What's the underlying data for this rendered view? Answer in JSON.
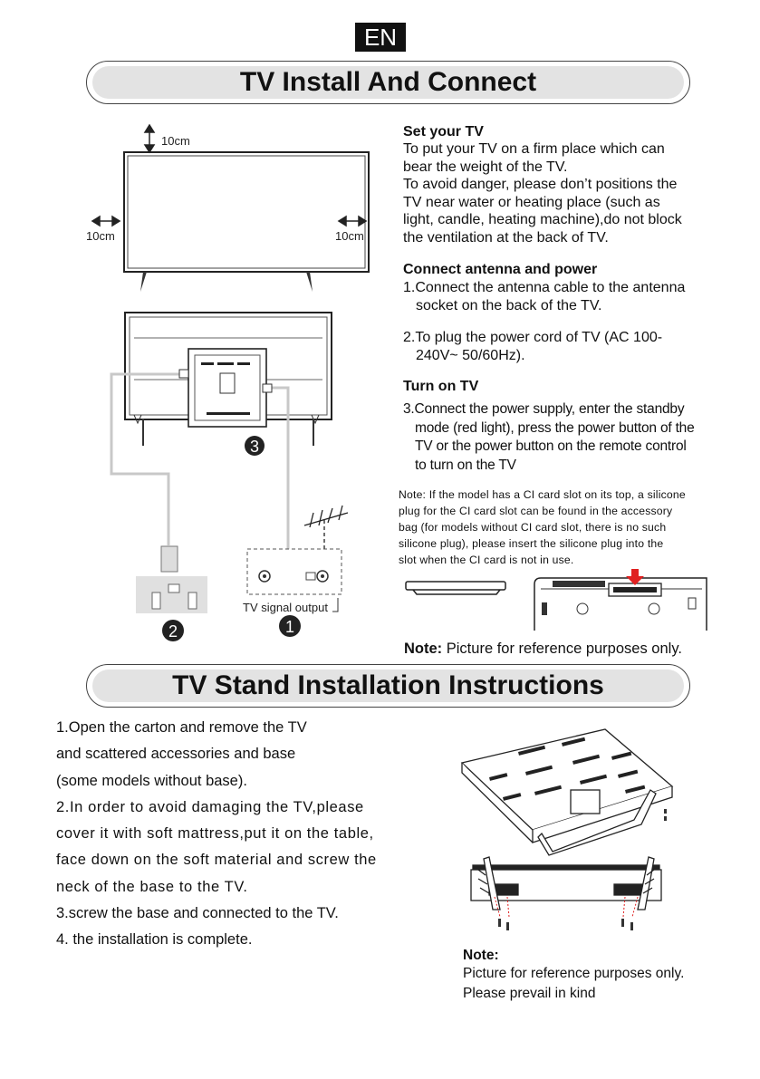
{
  "lang": "EN",
  "section1": {
    "title": "TV Install And Connect",
    "diagram": {
      "top_clearance": "10cm",
      "left_clearance": "10cm",
      "right_clearance": "10cm",
      "signal_label": "TV signal output",
      "marker1": "1",
      "marker2": "2",
      "marker3": "3"
    },
    "set_tv": {
      "heading": "Set your TV",
      "lines": [
        "To put your TV on a firm place which can",
        "bear the weight of the TV.",
        "To avoid danger, please don’t  positions the",
        "TV near water or heating place (such as",
        "light, candle, heating machine),do not block",
        "the ventilation at the back of TV."
      ]
    },
    "connect": {
      "heading": "Connect antenna and power",
      "item1": [
        "1.Connect the antenna cable to the antenna",
        "socket on the back of the TV."
      ],
      "item2": [
        "2.To plug the power cord of TV (AC 100-",
        "240V~ 50/60Hz)."
      ]
    },
    "turn_on": {
      "heading": "Turn on TV",
      "lines": [
        "3.Connect the power supply, enter the standby",
        "mode (red light), press the power button of the",
        "TV or the power button on the remote control",
        "to turn on the TV"
      ]
    },
    "ci_note": [
      "Note: If the model has a CI card slot on its top, a silicone",
      "plug for the CI card slot can be found in the accessory",
      "bag (for models without CI card slot, there is no such",
      "silicone plug), please insert the silicone plug into the",
      "slot when the CI card is not in use."
    ],
    "note_label": "Note:",
    "note_text": "Picture for reference purposes only."
  },
  "section2": {
    "title": "TV Stand Installation Instructions",
    "steps": [
      "1.Open the carton and remove the TV",
      "and scattered accessories and base",
      "(some models without base).",
      "2.In order to avoid damaging the TV,please",
      "cover it with soft mattress,put it on the table,",
      "face down on the soft material and screw the",
      "neck of the base to the TV.",
      "3.screw the base and connected to the TV.",
      "4. the installation is complete."
    ],
    "note_label": "Note:",
    "note_lines": [
      "Picture for reference purposes only.",
      "Please prevail in kind"
    ]
  },
  "colors": {
    "cable": "#c8c8c8",
    "ink": "#111111",
    "banner_fill": "#e3e3e3",
    "red_arrow": "#e02020"
  }
}
